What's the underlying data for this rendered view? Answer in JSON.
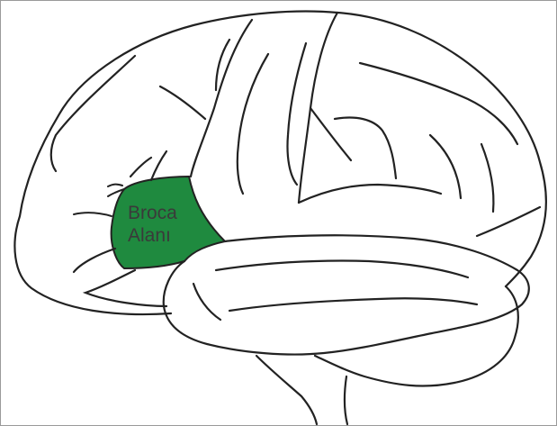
{
  "diagram": {
    "region_label_line1": "Broca",
    "region_label_line2": "Alanı",
    "colors": {
      "region_fill": "#1f8a3f",
      "outline": "#222222",
      "background": "#ffffff",
      "frame": "#9a9a9a"
    },
    "region_name": "broca-area"
  }
}
